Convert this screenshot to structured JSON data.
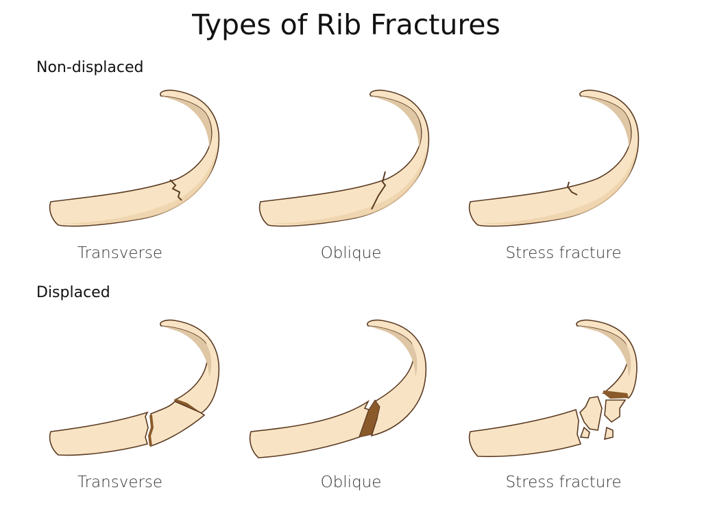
{
  "title": "Types of Rib Fractures",
  "sections": [
    {
      "heading": "Non-displaced",
      "items": [
        {
          "label": "Transverse"
        },
        {
          "label": "Oblique"
        },
        {
          "label": "Stress fracture"
        }
      ]
    },
    {
      "heading": "Displaced",
      "items": [
        {
          "label": "Transverse"
        },
        {
          "label": "Oblique"
        },
        {
          "label": "Stress fracture"
        }
      ]
    }
  ],
  "colors": {
    "bone_fill": "#f8e4c4",
    "bone_shade": "#ecd2ab",
    "bone_inner": "#dfc6a4",
    "outline": "#5a3a22",
    "fracture": "#8a5a2b"
  }
}
